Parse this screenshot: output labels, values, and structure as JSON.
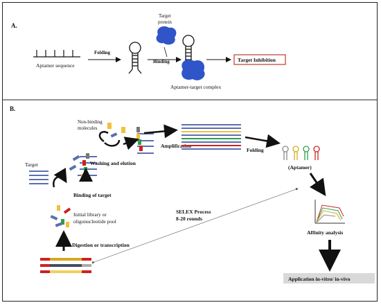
{
  "panel_a": {
    "label": "A.",
    "aptamer_sequence": "Aptamer sequence",
    "folding": "Folding",
    "binding": "Binding",
    "target_protein_line1": "Target",
    "target_protein_line2": "protein",
    "complex": "Aptamer-target complex",
    "target_inhibition": "Target Inhibition"
  },
  "panel_b": {
    "label": "B.",
    "non_binding_line1": "Non-binding",
    "non_binding_line2": "molecules",
    "washing": "Washing and elution",
    "amplification": "Amplification",
    "folding": "Folding",
    "aptamer": "(Aptamer)",
    "target": "Target",
    "binding_of_target": "Binding of target",
    "initial_library_line1": "Initial library or",
    "initial_library_line2": "oligonucleotide pool",
    "selex_line1": "SELEX Process",
    "selex_line2": "8-20 rounds",
    "affinity": "Affinity analysis",
    "digestion": "Digestion or transcription",
    "application": "Application in-vitro/ in-vivo"
  },
  "colors": {
    "protein_blue": "#2f55c8",
    "strand_blue": "#5a6fb0",
    "inhibition_border": "#c0392b",
    "application_bg": "#d9d9d9"
  }
}
